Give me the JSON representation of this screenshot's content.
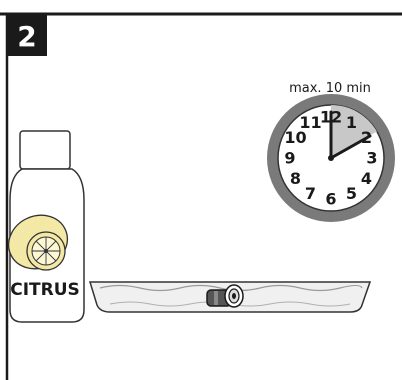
{
  "step": {
    "number": "2"
  },
  "timer": {
    "label": "max. 10 min",
    "elapsed_minutes": 10
  },
  "clock": {
    "numbers": [
      "12",
      "1",
      "2",
      "3",
      "4",
      "5",
      "6",
      "7",
      "8",
      "9",
      "10",
      "11"
    ],
    "face_fill": "#ffffff",
    "rim_color": "#7a7a7a",
    "shade_color": "#c8c8c8"
  },
  "bottle": {
    "label": "CITRUS",
    "lemon_color": "#f4e8a6"
  },
  "tray": {
    "part": "filter-cartridge"
  },
  "colors": {
    "ink": "#1a1a1a",
    "badge": "#1a1a1a"
  }
}
